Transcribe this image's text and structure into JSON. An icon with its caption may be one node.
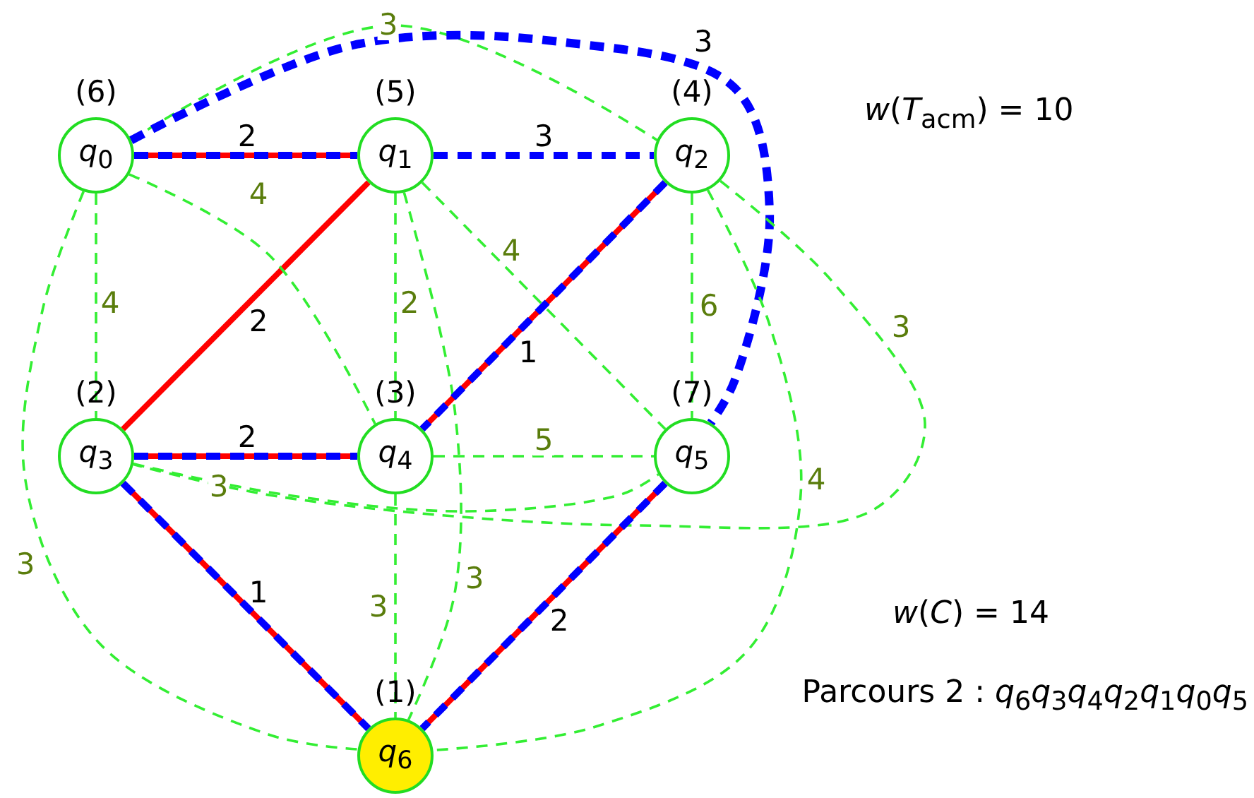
{
  "diagram": {
    "nodes": [
      {
        "text": [
          "*q*$_{0}$"
        ],
        "beside": [
          "(6)"
        ]
      },
      {
        "text": [
          "*q*$_{1}$"
        ],
        "beside": [
          "(5)"
        ]
      },
      {
        "text": [
          "*q*$_{2}$"
        ],
        "beside": [
          "(4)"
        ]
      },
      {
        "text": [
          "*q*$_{3}$"
        ],
        "beside": [
          "(2)"
        ]
      },
      {
        "text": [
          "*q*$_{4}$"
        ],
        "beside": [
          "(3)"
        ]
      },
      {
        "text": [
          "*q*$_{5}$"
        ],
        "beside": [
          "(7)"
        ]
      },
      {
        "text": [
          "*q*$_{6}$"
        ],
        "beside": [
          "(1)"
        ]
      }
    ],
    "edges": [
      {
        "from": 0,
        "to": 2,
        "arrow": "none",
        "label": "3",
        "style": "dashed"
      },
      {
        "from": 0,
        "to": 1,
        "arrow": "none",
        "label": "2",
        "style": "thick",
        "color": "#ff0000"
      },
      {
        "from": 0,
        "to": 1,
        "arrow": "none",
        "style": "dashed",
        "color": "#0000ff"
      },
      {
        "from": 1,
        "to": 2,
        "arrow": "none",
        "label": "3",
        "style": "dashed",
        "color": "#0000ff"
      },
      {
        "from": 0,
        "to": 3,
        "arrow": "none",
        "label": "4",
        "style": "dashed"
      },
      {
        "from": 0,
        "to": 4,
        "arrow": "none",
        "label": "4",
        "style": "dashed"
      },
      {
        "from": 0,
        "to": 6,
        "arrow": "none",
        "label": "3",
        "style": "dashed"
      },
      {
        "from": 0,
        "to": 5,
        "arrow": "none",
        "label": "3",
        "style": "dashed",
        "color": "#0000ff"
      },
      {
        "from": 1,
        "to": 3,
        "arrow": "none",
        "label": "2",
        "style": "thick",
        "color": "#ff0000"
      },
      {
        "from": 1,
        "to": 4,
        "arrow": "none",
        "label": "2",
        "style": "dashed"
      },
      {
        "from": 1,
        "to": 5,
        "arrow": "none",
        "label": "4",
        "style": "dashed"
      },
      {
        "from": 1,
        "to": 6,
        "arrow": "none",
        "label": "3",
        "style": "dashed"
      },
      {
        "from": 2,
        "to": 3,
        "arrow": "none",
        "label": "3",
        "style": "dashed"
      },
      {
        "from": 2,
        "to": 4,
        "arrow": "none",
        "label": "1",
        "style": "thick",
        "color": "#ff0000"
      },
      {
        "from": 2,
        "to": 4,
        "arrow": "none",
        "style": "dashed",
        "color": "#0000ff"
      },
      {
        "from": 2,
        "to": 5,
        "arrow": "none",
        "label": "6",
        "style": "dashed"
      },
      {
        "from": 2,
        "to": 6,
        "arrow": "none",
        "label": "4",
        "style": "dashed"
      },
      {
        "from": 3,
        "to": 4,
        "arrow": "none",
        "label": "2",
        "style": "thick",
        "color": "#ff0000"
      },
      {
        "from": 3,
        "to": 4,
        "arrow": "none",
        "style": "dashed",
        "color": "#0000ff"
      },
      {
        "from": 3,
        "to": 5,
        "arrow": "none",
        "label": "3",
        "style": "dashed"
      },
      {
        "from": 3,
        "to": 6,
        "arrow": "none",
        "label": "1",
        "style": "thick",
        "color": "#ff0000"
      },
      {
        "from": 3,
        "to": 6,
        "arrow": "none",
        "style": "dashed",
        "color": "#0000ff"
      },
      {
        "from": 4,
        "to": 5,
        "arrow": "none",
        "label": "5",
        "style": "dashed"
      },
      {
        "from": 4,
        "to": 6,
        "arrow": "none",
        "label": "3",
        "style": "dashed"
      },
      {
        "from": 5,
        "to": 6,
        "arrow": "none",
        "label": "2",
        "style": "thick",
        "color": "#ff0000"
      },
      {
        "from": 5,
        "to": 6,
        "arrow": "none",
        "style": "dashed",
        "color": "#0000ff"
      }
    ],
    "labels": [
      "*w*(*T*$_{acm}$) = 10",
      "*w*(*C*) = 14",
      "Parcours 2 : *q*$_{6}$*q*$_{3}$*q*$_{4}$*q*$_{2}$*q*$_{1}$*q*$_{0}$*q*$_{5}$"
    ]
  }
}
